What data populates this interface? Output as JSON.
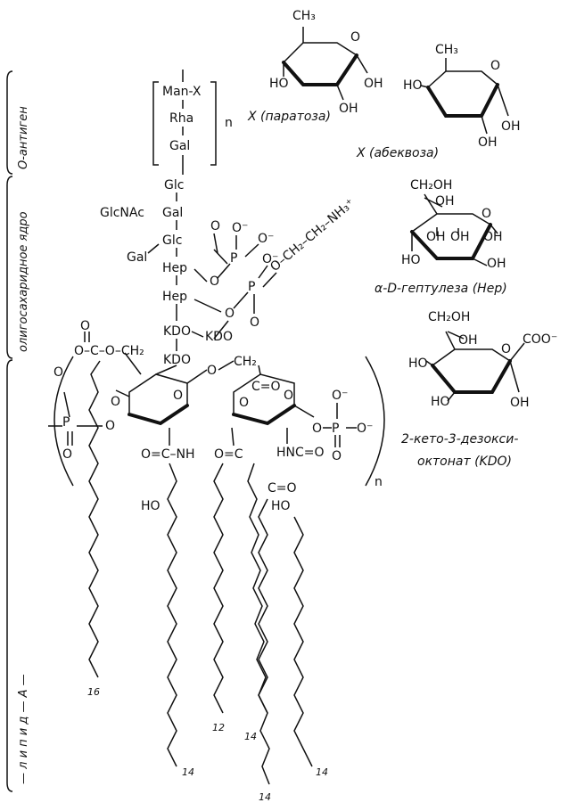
{
  "regions": {
    "o_antigen": "О-антиген",
    "core": "олигосахаридное ядро",
    "lipid_a": "— л и п и д — А —"
  },
  "o_antigen_repeat": {
    "units": [
      "Man-X",
      "Rha",
      "Gal"
    ],
    "n": "n"
  },
  "core_chain": {
    "glc1": "Glc",
    "glcnac": "GlcNAc",
    "gal1": "Gal",
    "gal2": "Gal",
    "glc2": "Glc",
    "hep1": "Hep",
    "hep2": "Hep",
    "kdo1": "KDO",
    "kdo2": "KDO",
    "kdo3": "KDO"
  },
  "phosphates": {
    "p": "P",
    "o": "O",
    "o_minus": "O⁻",
    "eth_amine": "O–CH₂–CH₂–NH₃⁺"
  },
  "sugars": {
    "paratose": {
      "caption": "X (паратоза)",
      "ch3": "CH₃",
      "oh1": "HO",
      "oh2": "OH",
      "oh3": "OH",
      "ring_o": "O"
    },
    "abequose": {
      "caption": "X (абеквоза)",
      "ch3": "CH₃",
      "oh1": "HO",
      "oh2": "OH",
      "oh3": "OH",
      "ring_o": "O"
    },
    "heptulose": {
      "caption": "α-D-гептулеза (Hep)",
      "ch2oh": "CH₂OH",
      "oh_top": "OH",
      "oh_l": "OH",
      "oh_m": "OH",
      "oh_r": "OH",
      "ho": "HO",
      "oh_b": "OH",
      "ring_o": "O"
    },
    "kdo": {
      "caption_1": "2-кето-3-дезокси-",
      "caption_2": "октонат (KDO)",
      "ch2oh": "CH₂OH",
      "oh": "OH",
      "ho1": "HO",
      "ho2": "HO",
      "oh2": "OH",
      "coo": "COO⁻",
      "ring_o": "O"
    }
  },
  "lipid": {
    "chain_lengths": [
      "16",
      "14",
      "12",
      "14",
      "14",
      "14"
    ],
    "groups": [
      "O=C–NH",
      "O=C",
      "HNC=O",
      "C=O",
      "HO",
      "HO",
      "O–C–O–CH₂",
      "O",
      "P",
      "O⁻",
      "C=O",
      "O",
      "CH₂",
      "O",
      "O",
      "O"
    ],
    "n": "n"
  }
}
